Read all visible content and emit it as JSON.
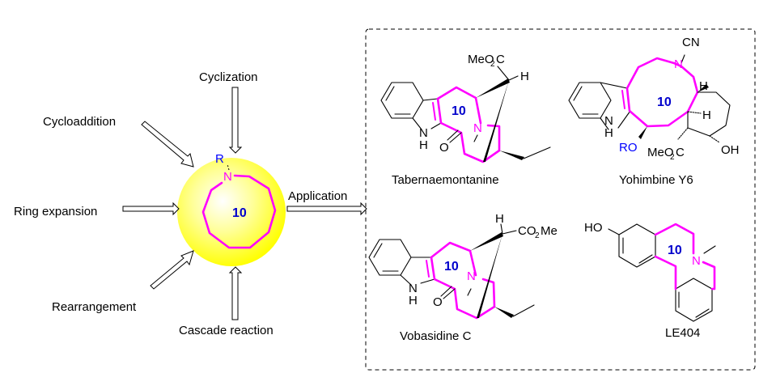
{
  "core": {
    "ring_size_label": "10",
    "n_atom": "N",
    "r_group": "R",
    "sphere_color": "#ffff00",
    "ring_color": "#ff00ff"
  },
  "methods": [
    {
      "label": "Cyclization"
    },
    {
      "label": "Cycloaddition"
    },
    {
      "label": "Ring expansion"
    },
    {
      "label": "Rearrangement"
    },
    {
      "label": "Cascade reaction"
    }
  ],
  "application": {
    "label": "Application"
  },
  "compounds": [
    {
      "name": "Tabernaemontanine",
      "ring_label": "10",
      "atoms": {
        "ester_pre": "MeO",
        "ester_sub": "2",
        "ester_post": "C",
        "h": "H",
        "nh_n": "N",
        "nh_h": "H",
        "o": "O",
        "n": "N"
      }
    },
    {
      "name": "Yohimbine Y6",
      "ring_label": "10",
      "atoms": {
        "cn": "CN",
        "n": "N",
        "h1": "H",
        "h2": "H",
        "nh_n": "N",
        "nh_h": "H",
        "ro": "RO",
        "ester_pre": "MeO",
        "ester_sub": "2",
        "ester_post": "C",
        "oh": "OH"
      }
    },
    {
      "name": "Vobasidine C",
      "ring_label": "10",
      "atoms": {
        "h": "H",
        "ester_pre": "CO",
        "ester_sub": "2",
        "ester_post": "Me",
        "nh_n": "N",
        "nh_h": "H",
        "o": "O",
        "n": "N"
      }
    },
    {
      "name": "LE404",
      "ring_label": "10",
      "atoms": {
        "ho": "HO",
        "n": "N"
      }
    }
  ]
}
